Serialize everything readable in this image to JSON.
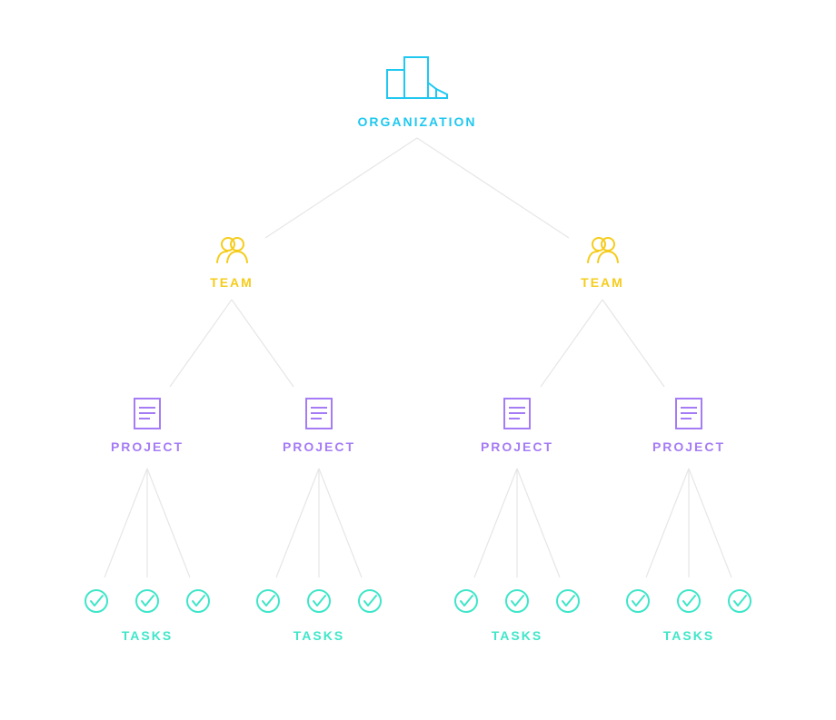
{
  "nodes": {
    "organization": {
      "label": "ORGANIZATION",
      "icon": "building-icon",
      "color": "#1fc8f0"
    },
    "teams": [
      {
        "label": "TEAM",
        "icon": "team-icon",
        "color": "#f5cc1c"
      },
      {
        "label": "TEAM",
        "icon": "team-icon",
        "color": "#f5cc1c"
      }
    ],
    "projects": [
      {
        "label": "PROJECT",
        "icon": "clipboard-icon",
        "color": "#a57cf5",
        "team": 0
      },
      {
        "label": "PROJECT",
        "icon": "clipboard-icon",
        "color": "#a57cf5",
        "team": 0
      },
      {
        "label": "PROJECT",
        "icon": "clipboard-icon",
        "color": "#a57cf5",
        "team": 1
      },
      {
        "label": "PROJECT",
        "icon": "clipboard-icon",
        "color": "#a57cf5",
        "team": 1
      }
    ],
    "task_groups": [
      {
        "label": "TASKS",
        "icon": "check-circle-icon",
        "color": "#3fe6c9",
        "count": 3,
        "project": 0
      },
      {
        "label": "TASKS",
        "icon": "check-circle-icon",
        "color": "#3fe6c9",
        "count": 3,
        "project": 1
      },
      {
        "label": "TASKS",
        "icon": "check-circle-icon",
        "color": "#3fe6c9",
        "count": 3,
        "project": 2
      },
      {
        "label": "TASKS",
        "icon": "check-circle-icon",
        "color": "#3fe6c9",
        "count": 3,
        "project": 3
      }
    ]
  },
  "connector_color": "#e6e6e6"
}
